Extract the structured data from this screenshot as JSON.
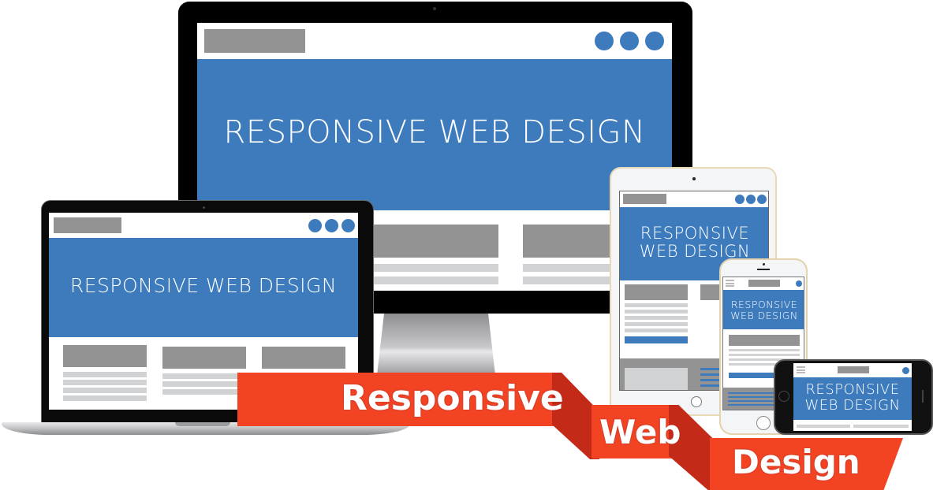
{
  "scene": {
    "title": "Responsive Web Design",
    "colors": {
      "screen_blue": "#3d7bbd",
      "placeholder_dark": "#939394",
      "placeholder_light": "#d1d2d4",
      "ribbon_red": "#f24423",
      "ribbon_shadow": "#c42a18",
      "bezel": "#000000"
    }
  },
  "monitor": {
    "hero": "RESPONSIVE WEB DESIGN",
    "nav_dots": 3
  },
  "laptop": {
    "hero": "RESPONSIVE WEB DESIGN",
    "nav_dots": 3
  },
  "tablet": {
    "hero_line1": "RESPONSIVE",
    "hero_line2": "WEB DESIGN",
    "nav_dots": 3
  },
  "phone_portrait": {
    "hero_line1": "RESPONSIVE",
    "hero_line2": "WEB DESIGN",
    "menu_icon": "hamburger-icon"
  },
  "phone_landscape": {
    "hero_line1": "RESPONSIVE",
    "hero_line2": "WEB DESIGN",
    "menu_icon": "hamburger-icon"
  },
  "ribbon": {
    "word1": "Responsive",
    "word2": "Web",
    "word3": "Design"
  }
}
